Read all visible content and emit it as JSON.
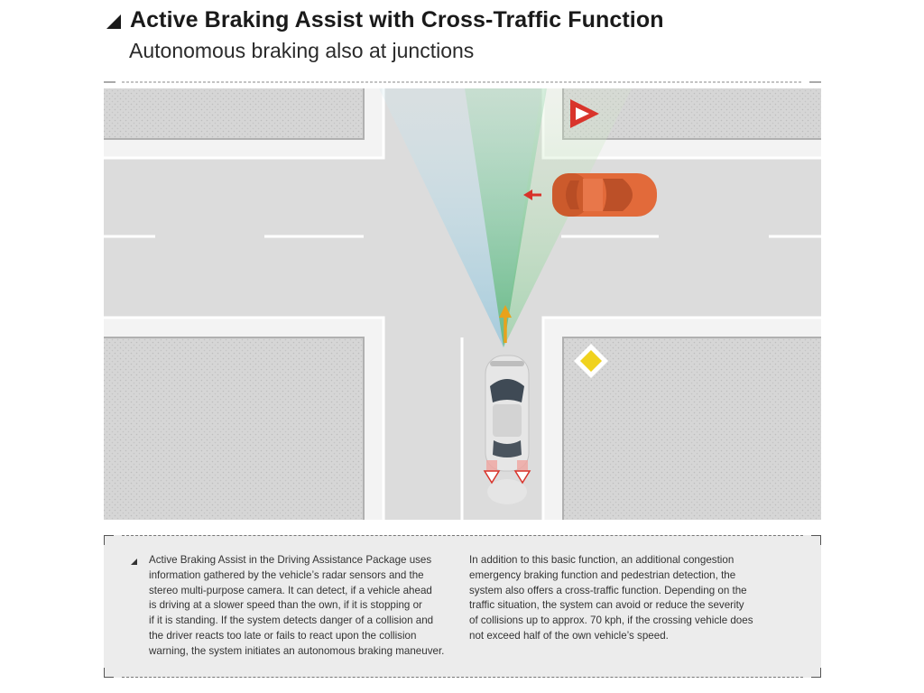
{
  "header": {
    "title": "Active Braking Assist with Cross-Traffic Function",
    "subtitle": "Autonomous braking also at junctions"
  },
  "description": {
    "left_text": "Active Braking Assist in the Driving Assistance Package uses\ninformation gathered by the vehicle’s radar sensors and the\nstereo multi-purpose camera. It can detect, if a vehicle ahead\nis driving at a slower speed than the own, if it is stopping or\nif it is standing. If the system detects danger of a collision and\nthe driver reacts too late or fails to react upon the collision\nwarning, the system initiates an autonomous braking maneuver.",
    "right_text": "In addition to this basic function, an additional congestion\nemergency braking function and pedestrian detection, the\nsystem also offers a cross-traffic function. Depending on the\ntraffic situation, the system can avoid or reduce the severity\nof collisions up to approx. 70 kph, if the crossing vehicle does\nnot exceed half of the own vehicle’s speed."
  },
  "colors": {
    "road": "#dedede",
    "sidewalk": "#f2f2f2",
    "block": "#d2d2d2",
    "radar_beam": "#b9d9e6",
    "camera_beam": "#7cc48c",
    "ego_car": "#e4e4e4",
    "crossing_car": "#e26a3a",
    "ego_arrow": "#e8a21c",
    "cross_arrow": "#d8322a",
    "yield_sign": "#d9342b",
    "priority_sign": "#f0d21e"
  },
  "icons": {
    "yield": "yield-triangle-sign-icon",
    "priority": "priority-road-diamond-sign-icon"
  }
}
